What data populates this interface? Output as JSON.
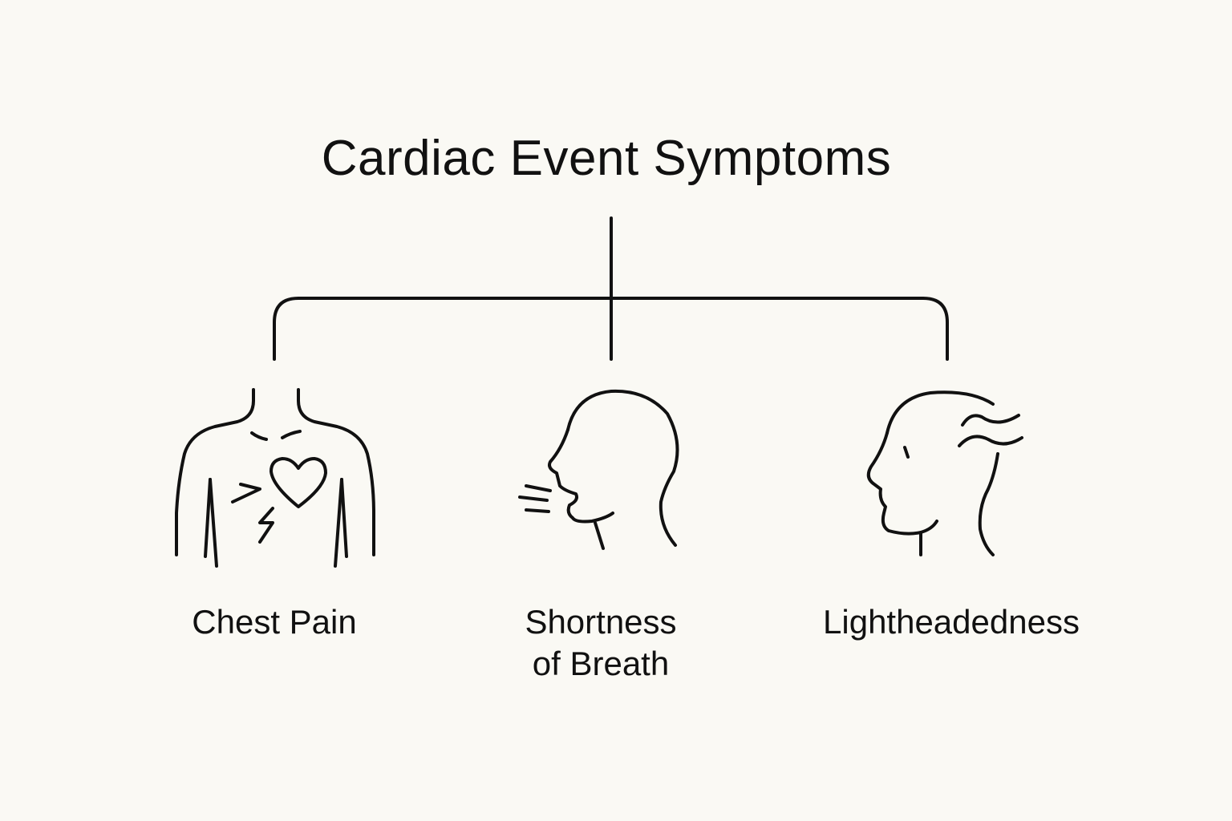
{
  "diagram": {
    "title": "Cardiac Event Symptoms",
    "nodes": [
      {
        "label": "Chest Pain",
        "icon": "chest-pain-icon"
      },
      {
        "label": "Shortness\nof Breath",
        "icon": "shortness-of-breath-icon"
      },
      {
        "label": "Lightheadedness",
        "icon": "lightheadedness-icon"
      }
    ],
    "colors": {
      "background": "#faf9f4",
      "ink": "#111111"
    }
  }
}
